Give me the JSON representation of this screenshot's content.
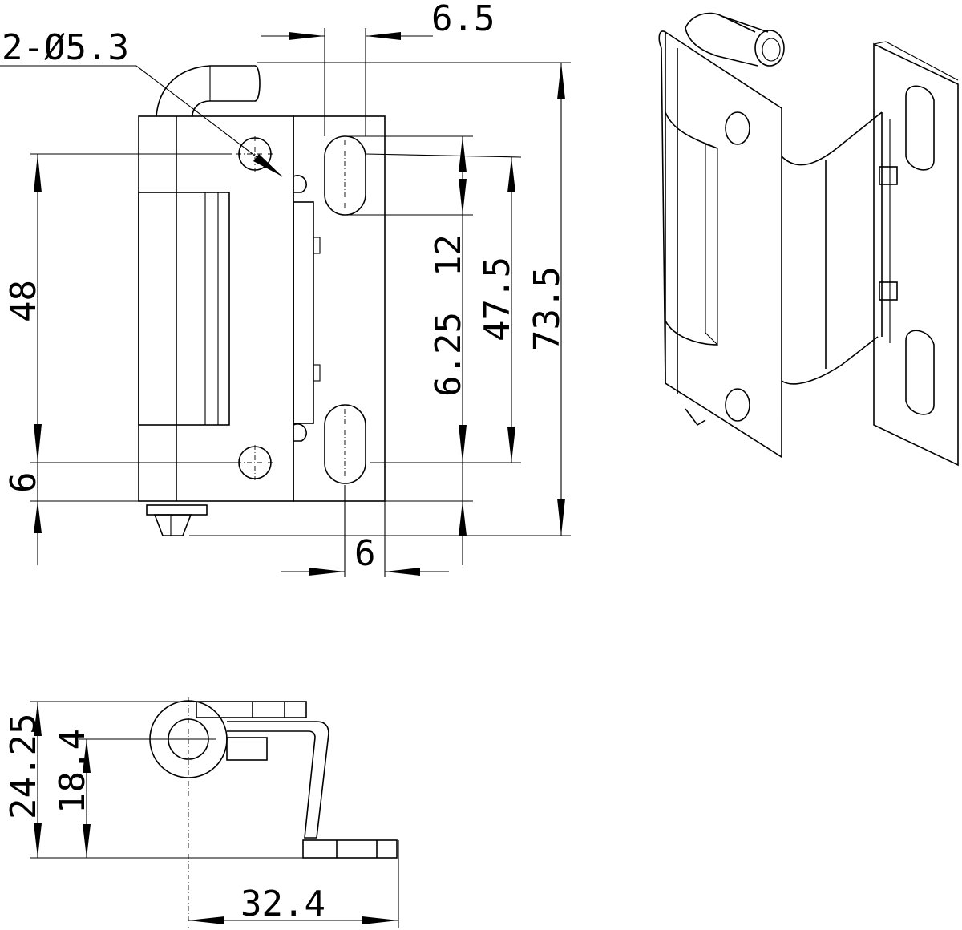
{
  "front_view": {
    "hole_callout": "2-Ø5.3",
    "dim_slot_width": "6.5",
    "dim_hole_spacing_left": "48",
    "dim_edge_bottom_left": "6",
    "dim_slot_length": "12",
    "dim_slot_offset": "6.25",
    "dim_slot_spacing": "47.5",
    "dim_overall_height": "73.5",
    "dim_slot_offset_bottom": "6"
  },
  "side_view": {
    "dim_overall_depth": "24.25",
    "dim_pin_height": "18.4",
    "dim_overall_width": "32.4"
  }
}
